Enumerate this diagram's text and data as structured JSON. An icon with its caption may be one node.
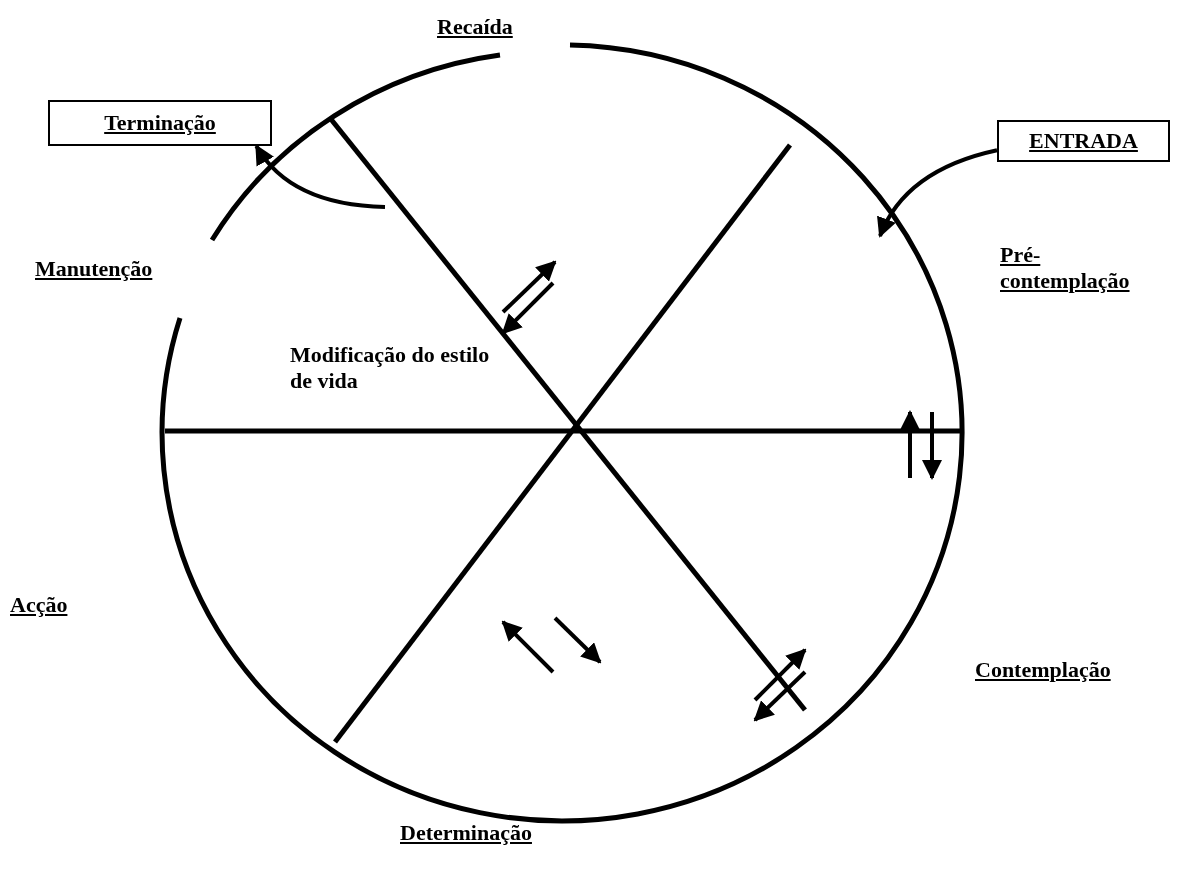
{
  "diagram": {
    "nodes": [
      {
        "text": [
          "Terminação"
        ]
      },
      {
        "text": [
          "ENTRADA"
        ]
      }
    ],
    "edges": [
      {
        "from": null,
        "to": 0,
        "arrow": "to"
      },
      {
        "from": 1,
        "to": null,
        "arrow": "to"
      }
    ],
    "labels": [
      "Recaída",
      "Manutenção",
      "Pré-contemplação",
      "Modificação do estilo de vida",
      "Acção",
      "Contemplação",
      "Determinação"
    ]
  }
}
